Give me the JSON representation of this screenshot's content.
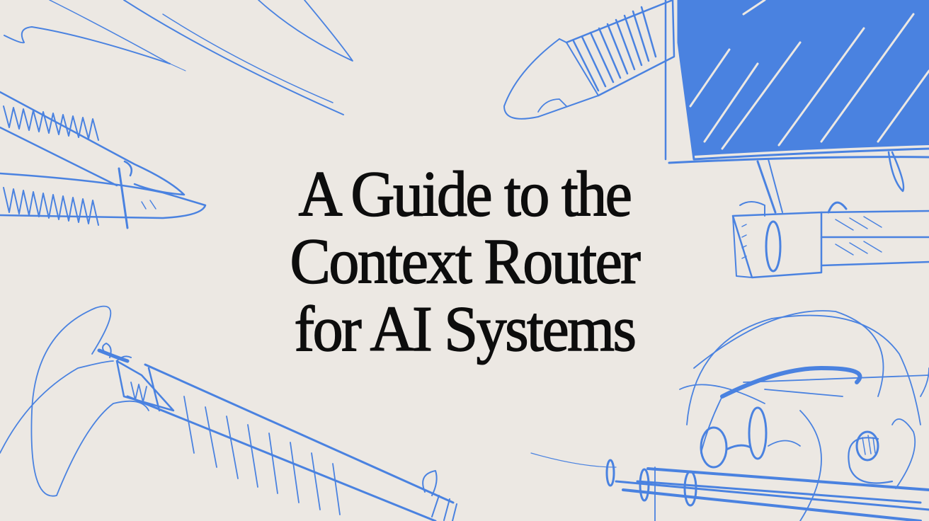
{
  "title": {
    "lines": [
      "A Guide to the",
      "Context Router",
      "for AI Systems"
    ]
  },
  "colors": {
    "background": "#ece8e3",
    "sketch_blue": "#4a82e0",
    "text": "#0d0d0d"
  },
  "illustrations": [
    {
      "name": "top-left-streaks",
      "description": "loose pen streak lines"
    },
    {
      "name": "left-pen-nibs",
      "description": "two hatched pen/pencil nibs pointing right"
    },
    {
      "name": "top-right-machine",
      "description": "heavily scribbled blue block with a pen nib and cylinder mechanism"
    },
    {
      "name": "bottom-left-pen",
      "description": "hatched pen with looping cord"
    },
    {
      "name": "bottom-right-scribble",
      "description": "circular scribble device with lenses and needle-like rods"
    }
  ]
}
